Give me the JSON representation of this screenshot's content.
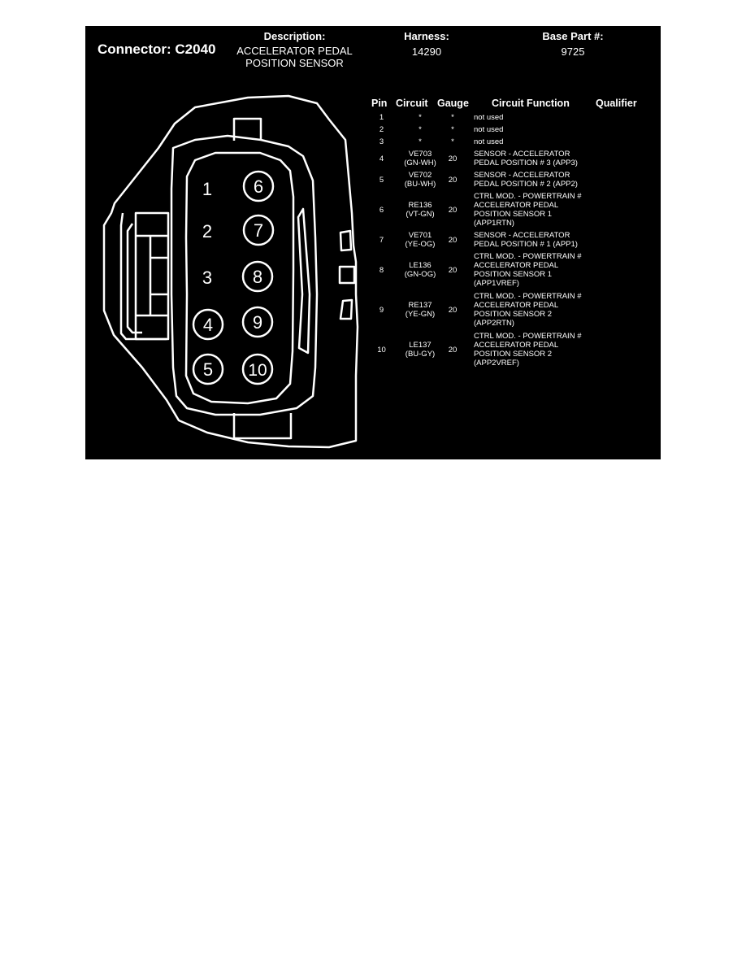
{
  "header": {
    "connector_label": "Connector: C2040",
    "description_label": "Description:",
    "description_line1": "ACCELERATOR PEDAL",
    "description_line2": "POSITION SENSOR",
    "harness_label": "Harness:",
    "harness_value": "14290",
    "base_part_label": "Base Part #:",
    "base_part_value": "9725"
  },
  "diagram": {
    "pin_labels": [
      "1",
      "2",
      "3",
      "4",
      "5",
      "6",
      "7",
      "8",
      "9",
      "10"
    ],
    "stroke_color": "#ffffff",
    "background_color": "#000000"
  },
  "table": {
    "columns": [
      "Pin",
      "Circuit",
      "Gauge",
      "Circuit Function",
      "Qualifier"
    ],
    "rows": [
      {
        "pin": "1",
        "circuit": "*",
        "color": "",
        "gauge": "*",
        "function": "not used",
        "qualifier": ""
      },
      {
        "pin": "2",
        "circuit": "*",
        "color": "",
        "gauge": "*",
        "function": "not used",
        "qualifier": ""
      },
      {
        "pin": "3",
        "circuit": "*",
        "color": "",
        "gauge": "*",
        "function": "not used",
        "qualifier": ""
      },
      {
        "pin": "4",
        "circuit": "VE703",
        "color": "(GN-WH)",
        "gauge": "20",
        "function": "SENSOR - ACCELERATOR\nPEDAL POSITION # 3 (APP3)",
        "qualifier": ""
      },
      {
        "pin": "5",
        "circuit": "VE702",
        "color": "(BU-WH)",
        "gauge": "20",
        "function": "SENSOR - ACCELERATOR\nPEDAL POSITION # 2 (APP2)",
        "qualifier": ""
      },
      {
        "pin": "6",
        "circuit": "RE136",
        "color": "(VT-GN)",
        "gauge": "20",
        "function": "CTRL MOD. - POWERTRAIN #\nACCELERATOR PEDAL\nPOSITION SENSOR 1\n(APP1RTN)",
        "qualifier": ""
      },
      {
        "pin": "7",
        "circuit": "VE701",
        "color": "(YE-OG)",
        "gauge": "20",
        "function": "SENSOR - ACCELERATOR\nPEDAL POSITION # 1 (APP1)",
        "qualifier": ""
      },
      {
        "pin": "8",
        "circuit": "LE136",
        "color": "(GN-OG)",
        "gauge": "20",
        "function": "CTRL MOD. - POWERTRAIN #\nACCELERATOR PEDAL\nPOSITION SENSOR 1\n(APP1VREF)",
        "qualifier": ""
      },
      {
        "pin": "9",
        "circuit": "RE137",
        "color": "(YE-GN)",
        "gauge": "20",
        "function": "CTRL MOD. - POWERTRAIN #\nACCELERATOR PEDAL\nPOSITION SENSOR 2\n(APP2RTN)",
        "qualifier": ""
      },
      {
        "pin": "10",
        "circuit": "LE137",
        "color": "(BU-GY)",
        "gauge": "20",
        "function": "CTRL MOD. - POWERTRAIN #\nACCELERATOR PEDAL\nPOSITION SENSOR 2\n(APP2VREF)",
        "qualifier": ""
      }
    ]
  }
}
